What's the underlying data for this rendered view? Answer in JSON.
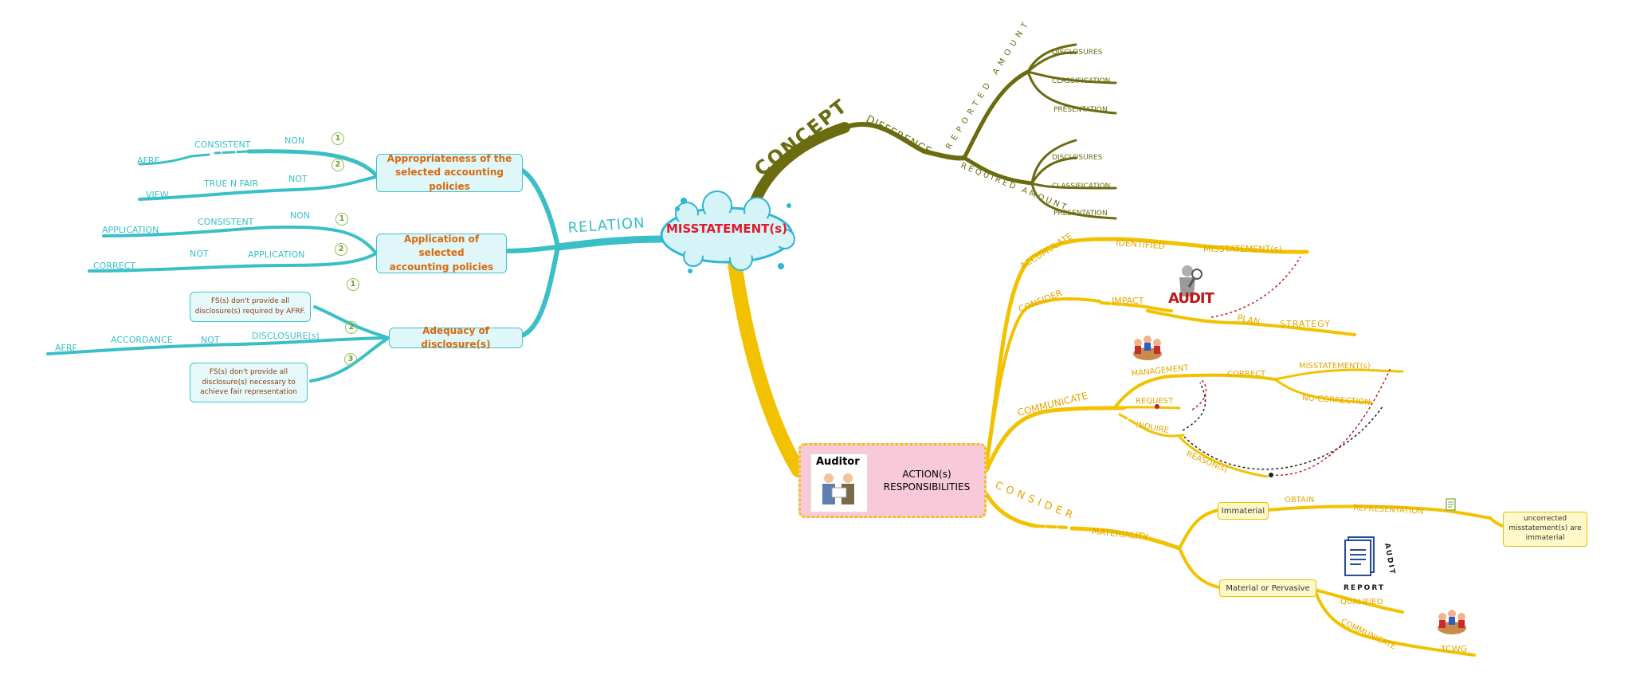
{
  "center": {
    "label": "MISSTATEMENT(s)"
  },
  "relation": {
    "label": "RELATION",
    "topics": [
      {
        "label_line1": "Appropriateness of the",
        "label_line2": "selected accounting policies"
      },
      {
        "label_line1": "Application of selected",
        "label_line2": "accounting policies"
      },
      {
        "label_line1": "Adequacy of disclosure(s)",
        "label_line2": ""
      }
    ],
    "t1": {
      "n1": "1",
      "non": "NON",
      "consistent": "CONSISTENT",
      "afrf": "AFRF",
      "n2": "2",
      "not": "NOT",
      "true_n_fair": "TRUE N FAIR",
      "view": "VIEW"
    },
    "t2": {
      "n1": "1",
      "non": "NON",
      "consistent": "CONSISTENT",
      "application": "APPLICATION",
      "n2": "2",
      "application2": "APPLICATION",
      "not": "NOT",
      "correct": "CORRECT"
    },
    "t3": {
      "n1": "1",
      "note1_l1": "FS(s) don't provide all",
      "note1_l2": "disclosure(s) required by AFRF.",
      "n2": "2",
      "disclosures": "DISCLOSURE(s)",
      "not": "NOT",
      "accordance": "ACCORDANCE",
      "afrf": "AFRF",
      "n3": "3",
      "note3_l1": "FS(s) don't provide all",
      "note3_l2": "disclosure(s) necessary to",
      "note3_l3": "achieve fair representation"
    }
  },
  "concept": {
    "label": "CONCEPT",
    "difference": "DIFFERENCE",
    "reported_amount": "REPORTED AMOUNT",
    "required_amount": "REQUIRED AMOUNT",
    "reported_leaves": [
      "DISCLOSURES",
      "CLASSIFICATION",
      "PRESENTATION"
    ],
    "required_leaves": [
      "DISCLOSURES",
      "CLASSIFICATION",
      "PRESENTATION"
    ]
  },
  "actions": {
    "box_title": "Auditor",
    "box_line1": "ACTION(s)",
    "box_line2": "RESPONSIBILITIES",
    "accumulate": "ACCUMULATE",
    "identified": "IDENTIFIED",
    "misstatements1": "MISSTATEMENT(s)",
    "consider1": "CONSIDER",
    "impact": "IMPACT",
    "audit_logo": "AUDIT",
    "plan": "PLAN",
    "strategy": "STRATEGY",
    "communicate1": "COMMUNICATE",
    "management": "MANAGEMENT",
    "correct": "CORRECT",
    "misstatements2": "MISSTATEMENT(s)",
    "no_correction": "NO-CORRECTION",
    "request": "REQUEST",
    "inquire": "INQUIRE",
    "reasons": "REASON(s)",
    "consider2": "CONSIDER",
    "materiality": "MATERIALITY",
    "immaterial": "Immaterial",
    "obtain": "OBTAIN",
    "representation": "REPRESENTATION",
    "uncorrected_l1": "uncorrected",
    "uncorrected_l2": "misstatement(s) are",
    "uncorrected_l3": "immaterial",
    "material": "Material or Pervasive",
    "qualified": "QUALIFIED",
    "communicate2": "COMMUNICATE",
    "tcwg": "TCWG",
    "report_word1": "AUDIT",
    "report_word2": "REPORT"
  },
  "colors": {
    "relation": "#3bbfc7",
    "concept": "#6b6b10",
    "actions": "#f2c200",
    "center_text": "#e01b2a",
    "topic_text": "#d96a10"
  }
}
